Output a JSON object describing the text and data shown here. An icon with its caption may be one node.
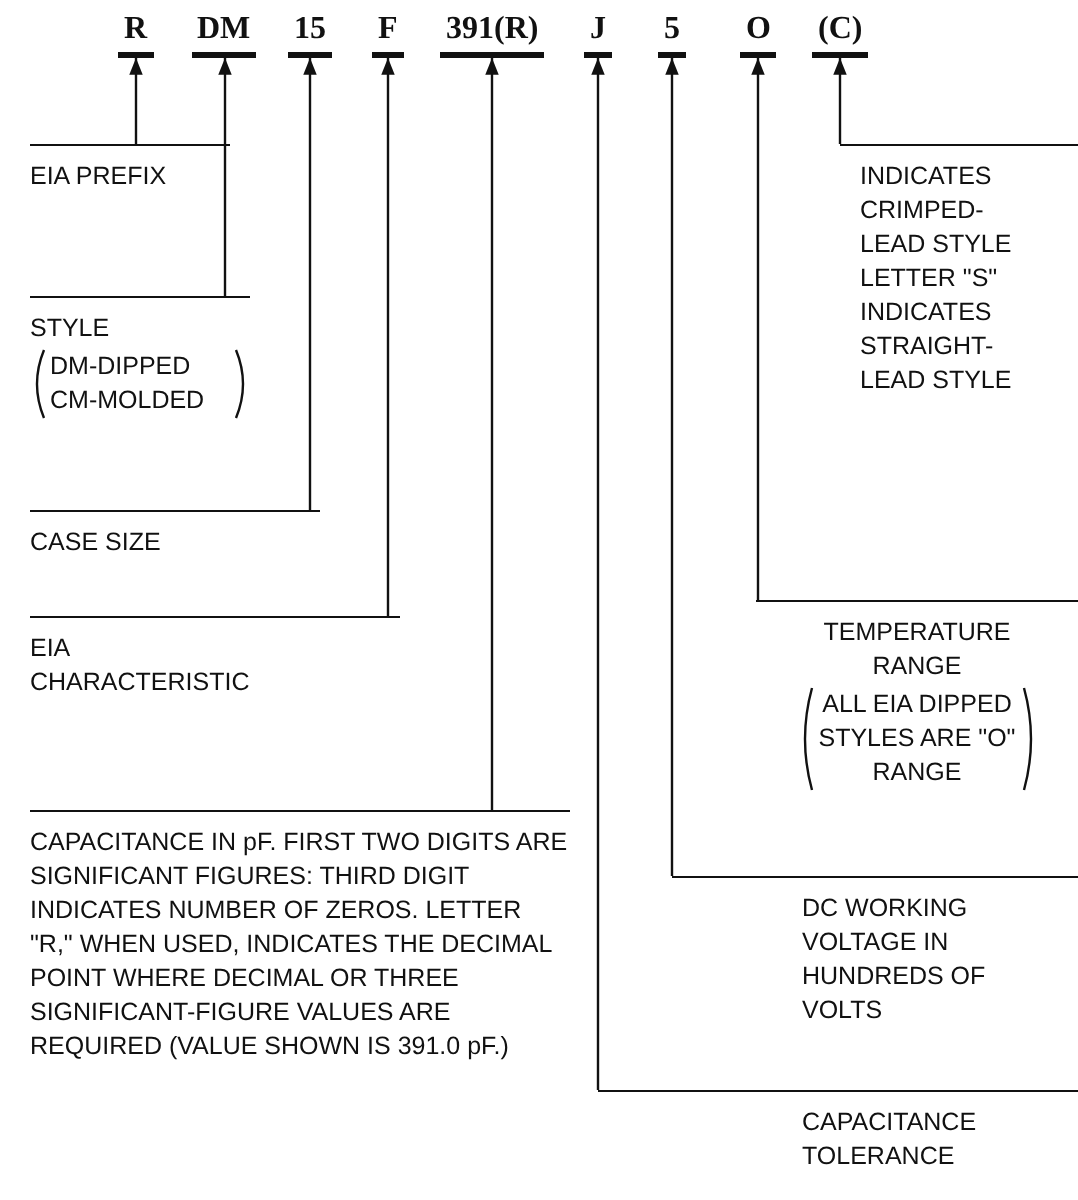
{
  "diagram": {
    "nodes": [
      {
        "text": [
          "R"
        ]
      },
      {
        "text": [
          "DM"
        ]
      },
      {
        "text": [
          "15"
        ]
      },
      {
        "text": [
          "F"
        ]
      },
      {
        "text": [
          "391(R)"
        ]
      },
      {
        "text": [
          "J"
        ]
      },
      {
        "text": [
          "5"
        ]
      },
      {
        "text": [
          "O"
        ]
      },
      {
        "text": [
          "(C)"
        ]
      },
      {
        "text": [
          "EIA PREFIX"
        ]
      },
      {
        "text": [
          "INDICATES CRIMPED-LEAD STYLE LETTER \"S\" INDICATES STRAIGHT-LEAD STYLE"
        ]
      },
      {
        "text": [
          "STYLE",
          "DM-DIPPED CM-MOLDED"
        ]
      },
      {
        "text": [
          "CASE SIZE"
        ]
      },
      {
        "text": [
          "EIA CHARACTERISTIC"
        ]
      },
      {
        "text": [
          "TEMPERATURE RANGE",
          "ALL EIA DIPPED STYLES ARE \"O\" RANGE"
        ]
      },
      {
        "text": [
          "CAPACITANCE IN pF. FIRST TWO DIGITS ARE SIGNIFICANT FIGURES: THIRD DIGIT INDICATES NUMBER OF ZEROS. LETTER \"R,\" WHEN USED, INDICATES THE DECIMAL POINT WHERE DECIMAL OR THREE SIGNIFICANT-FIGURE VALUES ARE REQUIRED (VALUE SHOWN IS 391.0 pF.)"
        ]
      },
      {
        "text": [
          "DC WORKING VOLTAGE IN HUNDREDS OF VOLTS"
        ]
      },
      {
        "text": [
          "CAPACITANCE TOLERANCE"
        ]
      }
    ],
    "edges": [
      {
        "from": 9,
        "to": 0,
        "arrow": "to"
      },
      {
        "from": 11,
        "to": 1,
        "arrow": "to"
      },
      {
        "from": 12,
        "to": 2,
        "arrow": "to"
      },
      {
        "from": 13,
        "to": 3,
        "arrow": "to"
      },
      {
        "from": 15,
        "to": 4,
        "arrow": "to"
      },
      {
        "from": 17,
        "to": 5,
        "arrow": "to"
      },
      {
        "from": 16,
        "to": 6,
        "arrow": "to"
      },
      {
        "from": 14,
        "to": 7,
        "arrow": "to"
      },
      {
        "from": 10,
        "to": 8,
        "arrow": "to"
      }
    ]
  }
}
